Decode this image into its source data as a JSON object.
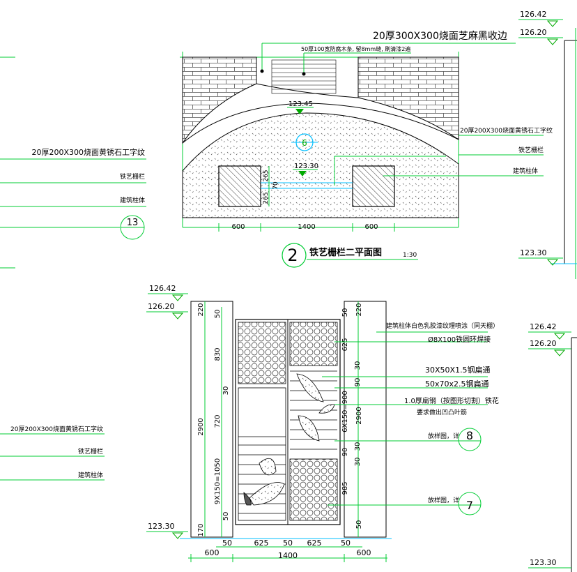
{
  "colors": {
    "line": "#000000",
    "leader": "#00cc33",
    "cyan": "#00bfff",
    "elev_mark": "#00aa00",
    "background": "#ffffff"
  },
  "plan": {
    "top_note": "20厚300X300烧面芝麻黑收边",
    "sub_note": "50厚100宽防腐木条, 留8mm缝, 刷清漆2遍",
    "elev_top": "123.45",
    "elev_mid": "123.30",
    "axis_label": "6",
    "dims_vertical": [
      "265",
      "70",
      "265"
    ],
    "dims_bottom": [
      "600",
      "1400",
      "600"
    ],
    "labels_right": [
      "20厚200X300烧面黄锈石工字纹",
      "铁艺栅栏",
      "建筑柱体"
    ],
    "title_num": "2",
    "title": "铁艺栅栏二平面图",
    "scale": "1:30"
  },
  "left_panel": {
    "labels_top": [
      "20厚200X300烧面黄锈石工字纹",
      "铁艺栅栏",
      "建筑柱体"
    ],
    "ref_13": "13",
    "labels_bottom": [
      "20厚200X300烧面黄锈石工字纹",
      "铁艺栅栏",
      "建筑柱体"
    ]
  },
  "elevation": {
    "levels": [
      "126.42",
      "126.20",
      "123.30"
    ],
    "dims_left_outer": [
      "220",
      "2900",
      "170"
    ],
    "dims_left_inner": [
      "50",
      "830",
      "30",
      "720",
      "9X150=1050",
      "50"
    ],
    "dims_right_outer": [
      "220",
      "625",
      "6X150=900",
      "2900",
      "985",
      "50"
    ],
    "dims_right_inner": [
      "50",
      "30",
      "90",
      "30",
      "90",
      "30"
    ],
    "dims_bottom_row1": [
      "50",
      "625",
      "50",
      "625",
      "50"
    ],
    "dims_bottom_row2": [
      "600",
      "1400",
      "600"
    ],
    "notes": [
      "建筑柱体白色乳胶漆纹理喷涂（同天棚）",
      "Ø8X100铁圆环焊接",
      "30X50X1.5钢扁通",
      "50x70x2.5钢扁通",
      "1.0厚扁钢（按图形切割）铁花",
      "要求做出凹凸叶筋",
      "放样图，详",
      "放样图，详"
    ],
    "ref_8": "8",
    "ref_7": "7"
  },
  "right_strip": {
    "levels_top": [
      "126.42",
      "126.20",
      "123.30"
    ],
    "levels_bottom": [
      "126.42",
      "126.20",
      "123.30"
    ]
  }
}
